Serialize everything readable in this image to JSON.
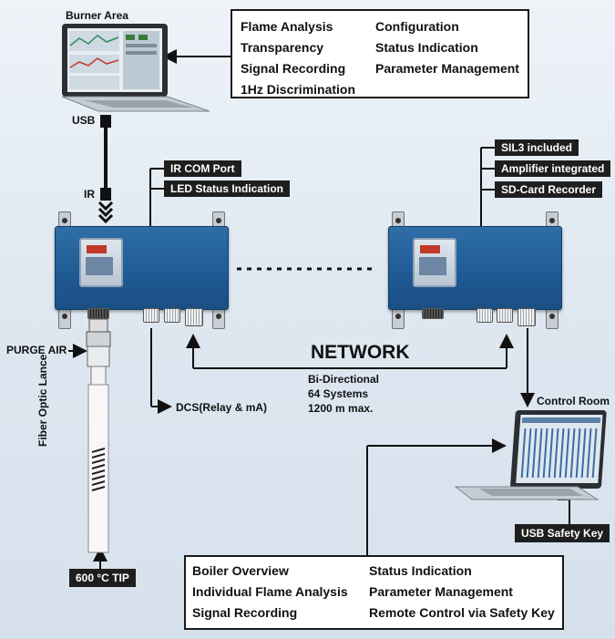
{
  "burner_area": {
    "label": "Burner Area",
    "features_left": [
      "Flame Analysis",
      "Transparency",
      "Signal Recording",
      "1Hz Discrimination"
    ],
    "features_right": [
      "Configuration",
      "Status Indication",
      "Parameter Management"
    ]
  },
  "usb_label": "USB",
  "ir_label": "IR",
  "left_device_tags": [
    "IR COM Port",
    "LED Status Indication"
  ],
  "right_device_tags": [
    "SIL3 included",
    "Amplifier integrated",
    "SD-Card Recorder"
  ],
  "purge_air": "PURGE AIR",
  "fiber_optic_lance": "Fiber Optic Lance",
  "tip_label": "600 °C TIP",
  "dcs_label": "DCS(Relay & mA)",
  "network": {
    "title": "NETWORK",
    "lines": [
      "Bi-Directional",
      "64 Systems",
      "1200 m max."
    ]
  },
  "control_room": {
    "label": "Control Room",
    "usb_key": "USB Safety Key",
    "features_left": [
      "Boiler Overview",
      "Individual Flame Analysis",
      "Signal Recording"
    ],
    "features_right": [
      "Status Indication",
      "Parameter Management",
      "Remote Control via Safety Key"
    ]
  },
  "colors": {
    "device_blue": "#1f5a93",
    "tag_black": "#1e1e1e"
  }
}
